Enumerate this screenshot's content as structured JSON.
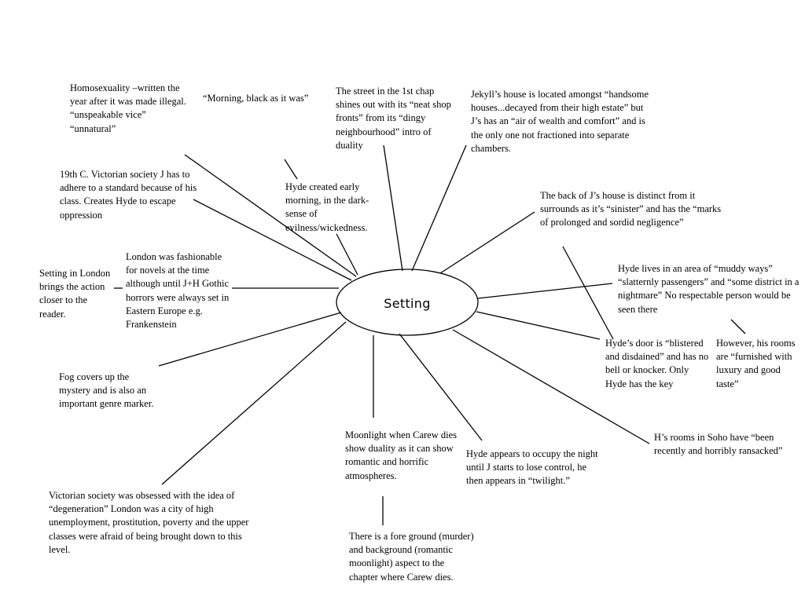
{
  "center": {
    "label": "Setting"
  },
  "notes": {
    "homosexuality": "Homosexuality –written the year after it was made illegal. “unspeakable vice” “unnatural”",
    "morning_black": "“Morning, black as it was”",
    "street_shopfronts": "The street in the 1st chap shines out with its “neat shop fronts” from its “dingy neighbourhood” intro of duality",
    "jekyll_house": "Jekyll’s house is located amongst “handsome houses...decayed from their high estate” but J’s has an “air of wealth and comfort” and is the only one not fractioned into separate chambers.",
    "victorian_society_j": "19th C. Victorian society J has to adhere to a standard because of his class. Creates Hyde to escape oppression",
    "hyde_created": "Hyde created early morning, in the dark-sense of evilness/wickedness.",
    "back_of_house": "The back of J’s house is distinct from it surrounds as it’s “sinister” and has the “marks of prolonged and sordid negligence”",
    "london_fashionable": "London was fashionable for novels at the time although until J+H Gothic horrors were always set in Eastern Europe e.g. Frankenstein",
    "setting_london": "Setting in London brings the action closer to the reader.",
    "hyde_lives": "Hyde lives in an area of “muddy ways” “slatternly passengers” and “some district in a nightmare” No respectable person would be seen there",
    "hyde_door": "Hyde’s door is “blistered and disdained” and has no bell or knocker. Only Hyde has the key",
    "however_rooms": "However, his rooms are “furnished with luxury and good taste”",
    "fog": "Fog covers up the mystery and is also an important genre marker.",
    "moonlight": "Moonlight when Carew dies show duality as it can show romantic and horrific atmospheres.",
    "hyde_night": "Hyde appears to occupy the night until J starts to lose control, he then appears in “twilight.”",
    "soho_rooms": "H’s rooms in Soho have “been recently and horribly ransacked”",
    "degeneration": "Victorian society was obsessed with the idea of “degeneration” London was a city of high unemployment, prostitution, poverty and the upper classes were afraid of being brought down to this level.",
    "foreground": "There is a fore ground (murder) and background (romantic moonlight) aspect to the chapter where Carew dies."
  }
}
